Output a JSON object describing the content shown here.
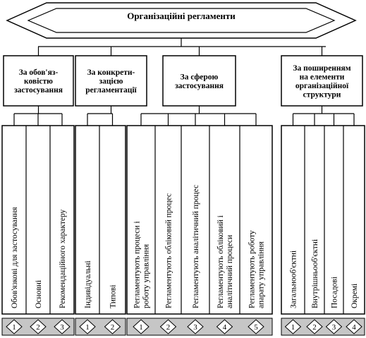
{
  "title": "Організаційні регламенти",
  "groups": [
    {
      "heading": [
        "За обов'яз-",
        "ковістю",
        "застосування"
      ],
      "items": [
        {
          "label": [
            "Обов'язкові для застосування"
          ],
          "number": "1"
        },
        {
          "label": [
            "Основні"
          ],
          "number": "2"
        },
        {
          "label": [
            "Рекомендаційного характеру"
          ],
          "number": "3"
        }
      ]
    },
    {
      "heading": [
        "За конкрети-",
        "зацією",
        "регламентації"
      ],
      "items": [
        {
          "label": [
            "Індивідуальні"
          ],
          "number": "1"
        },
        {
          "label": [
            "Типові"
          ],
          "number": "2"
        }
      ]
    },
    {
      "heading": [
        "За сферою",
        "застосування"
      ],
      "items": [
        {
          "label": [
            "Регламентують процеси і",
            "роботу управління"
          ],
          "number": "1"
        },
        {
          "label": [
            "Регламентують обліковий процес"
          ],
          "number": "2"
        },
        {
          "label": [
            "Регламентують аналітичний процес"
          ],
          "number": "3"
        },
        {
          "label": [
            "Регламентують обліковий і",
            "аналітичний процеси"
          ],
          "number": "4"
        },
        {
          "label": [
            "Регламентують роботу",
            "апарату управління"
          ],
          "number": "5"
        }
      ]
    },
    {
      "heading": [
        "За поширенням",
        "на елементи",
        "організаційної",
        "структури"
      ],
      "items": [
        {
          "label": [
            "Загальнооб'єктні"
          ],
          "number": "1"
        },
        {
          "label": [
            "Внутрішньооб'єктні"
          ],
          "number": "2"
        },
        {
          "label": [
            "Посадові"
          ],
          "number": "3"
        },
        {
          "label": [
            "Окремі"
          ],
          "number": "4"
        }
      ]
    }
  ]
}
